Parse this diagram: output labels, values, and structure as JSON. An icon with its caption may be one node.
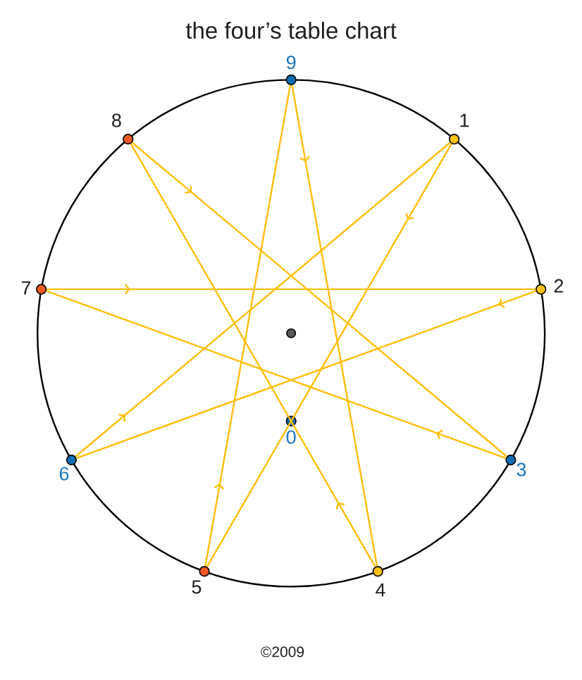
{
  "diagram": {
    "title": "the four’s table chart",
    "nodes": [
      {
        "text": [
          "9"
        ]
      },
      {
        "text": [
          "8"
        ]
      },
      {
        "text": [
          "1"
        ]
      },
      {
        "text": [
          "7"
        ]
      },
      {
        "text": [
          "2"
        ]
      },
      {
        "text": [
          "0"
        ]
      },
      {
        "text": [
          "6"
        ]
      },
      {
        "text": [
          "3"
        ]
      },
      {
        "text": [
          "5"
        ]
      },
      {
        "text": [
          "4"
        ]
      }
    ],
    "edges": [
      {
        "from": 9,
        "to": 1,
        "arrow": "to"
      },
      {
        "from": 1,
        "to": 7,
        "arrow": "to"
      },
      {
        "from": 7,
        "to": 3,
        "arrow": "to"
      },
      {
        "from": 3,
        "to": 4,
        "arrow": "to"
      },
      {
        "from": 4,
        "to": 6,
        "arrow": "to"
      },
      {
        "from": 6,
        "to": 2,
        "arrow": "to"
      },
      {
        "from": 2,
        "to": 8,
        "arrow": "to"
      },
      {
        "from": 8,
        "to": 0,
        "arrow": "to"
      },
      {
        "from": 0,
        "to": 9,
        "arrow": "to"
      }
    ],
    "labels": [
      "©2009"
    ]
  }
}
